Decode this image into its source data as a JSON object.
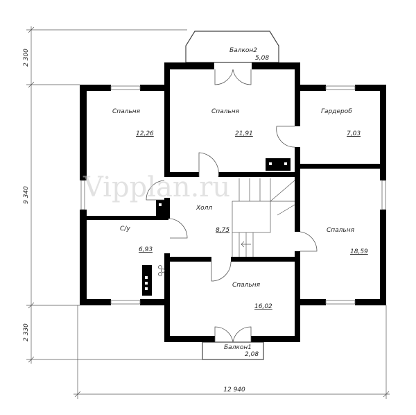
{
  "watermark": "Vipplan.ru",
  "rooms": [
    {
      "name": "Спальня",
      "area": "12,26"
    },
    {
      "name": "Спальня",
      "area": "21,91"
    },
    {
      "name": "Гардероб",
      "area": "7,03"
    },
    {
      "name": "Холл",
      "area": "8,75"
    },
    {
      "name": "С/у",
      "area": "6,93"
    },
    {
      "name": "Спальня",
      "area": "18,59"
    },
    {
      "name": "Спальня",
      "area": "16,02"
    },
    {
      "name": "Балкон2",
      "area": "5,08"
    },
    {
      "name": "Балкон1",
      "area": "2,08"
    }
  ],
  "dimensions": {
    "vertical": [
      "2 300",
      "9 340",
      "2 330"
    ],
    "horizontal": "12 940"
  }
}
